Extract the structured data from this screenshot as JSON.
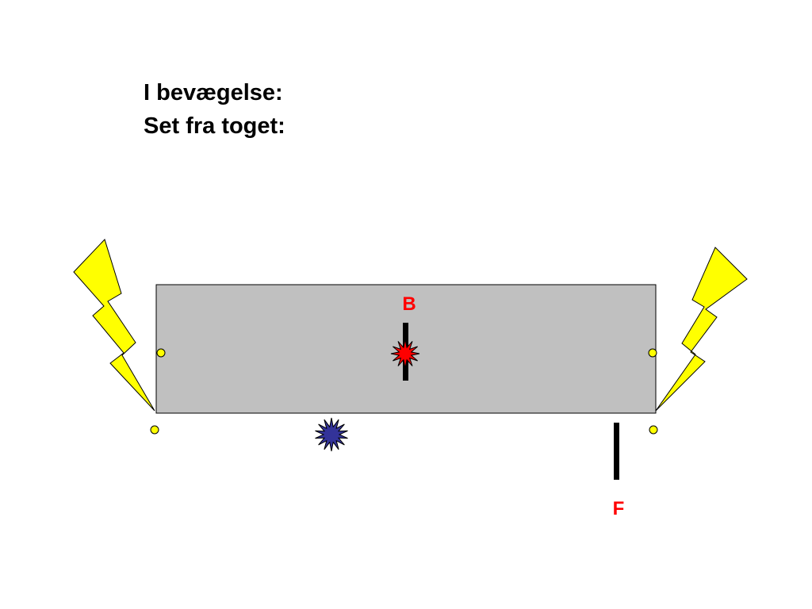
{
  "heading": {
    "line1": "I bevægelse:",
    "line2": "Set fra toget:"
  },
  "labels": {
    "observer_train": "B",
    "observer_ground": "F"
  },
  "colors": {
    "train_fill": "#c0c0c0",
    "lightning": "#ffff00",
    "marker": "#ffff00",
    "flash_train": "#ff0000",
    "flash_ground": "#333399",
    "label": "#ff0000",
    "observer_bar": "#000000"
  }
}
